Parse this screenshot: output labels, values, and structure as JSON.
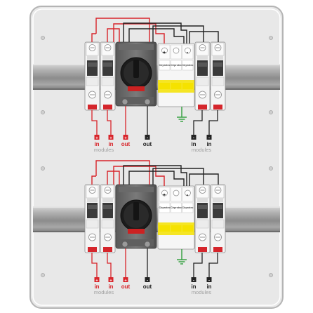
{
  "colors": {
    "dc_positive": "#d8242a",
    "dc_negative": "#222222",
    "earth": "#2f9e3a",
    "spd_band": "#f5e200",
    "enclosure": "#e8e8e8",
    "rail": "#9a9a9a"
  },
  "upper_unit": {
    "left_labels": [
      {
        "sign": "+",
        "text": "in"
      },
      {
        "sign": "+",
        "text": "in"
      },
      {
        "sign": "+",
        "text": "out"
      }
    ],
    "left_group_caption": "modules",
    "out_label": {
      "sign": "-",
      "text": "out"
    },
    "right_labels": [
      {
        "sign": "-",
        "text": "in"
      },
      {
        "sign": "-",
        "text": "in"
      }
    ],
    "right_group_caption": "modules",
    "spd_brand": "Cirprotec",
    "spd_polarity_plus": "+",
    "spd_polarity_minus": "-"
  },
  "lower_unit": {
    "left_labels": [
      {
        "sign": "+",
        "text": "in"
      },
      {
        "sign": "+",
        "text": "in"
      },
      {
        "sign": "+",
        "text": "out"
      }
    ],
    "left_group_caption": "modules",
    "out_label": {
      "sign": "-",
      "text": "out"
    },
    "right_labels": [
      {
        "sign": "-",
        "text": "in"
      },
      {
        "sign": "-",
        "text": "in"
      }
    ],
    "right_group_caption": "modules",
    "spd_brand": "Cirprotec",
    "spd_polarity_plus": "+",
    "spd_polarity_minus": "-"
  }
}
